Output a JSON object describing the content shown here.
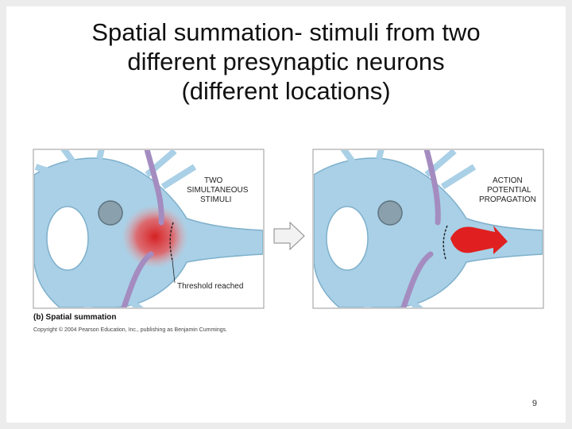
{
  "title": {
    "line1": "Spatial summation- stimuli from two",
    "line2": "different presynaptic neurons",
    "line3": "(different locations)"
  },
  "figure": {
    "left_panel": {
      "label_line1": "TWO",
      "label_line2": "SIMULTANEOUS",
      "label_line3": "STIMULI",
      "threshold_label": "Threshold reached"
    },
    "right_panel": {
      "label_line1": "ACTION",
      "label_line2": "POTENTIAL",
      "label_line3": "PROPAGATION"
    },
    "caption": "(b) Spatial summation",
    "copyright": "Copyright © 2004 Pearson Education, Inc., publishing as Benjamin Cummings."
  },
  "page_number": "9",
  "colors": {
    "cell_body": "#a9d0e6",
    "cell_outline": "#7fb0cc",
    "axon_terminal": "#a48cc0",
    "stimulus_glow": "#e83a3a",
    "action_potential": "#e02020",
    "arrow": "#f2f2f2"
  }
}
